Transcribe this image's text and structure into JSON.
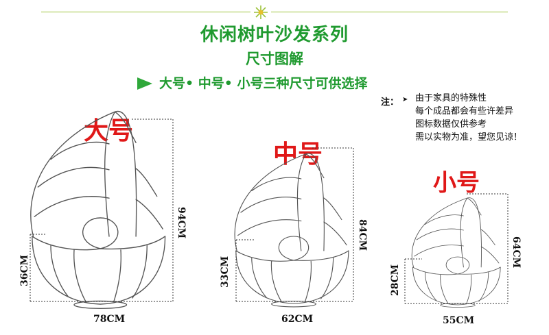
{
  "header": {
    "main_title": "休闲树叶沙发系列",
    "sub_title": "尺寸图解",
    "options": "大号• 中号• 小号三种尺寸可供选择"
  },
  "note": {
    "label": "注：",
    "lines": [
      "由于家具的特殊性",
      "每个成品都会有些许差异",
      "图标数据仅供参考",
      "需以实物为准，望您见谅！"
    ]
  },
  "sizes": {
    "large": {
      "label": "大号",
      "width": "78CM",
      "height": "94CM",
      "seat_height": "36CM"
    },
    "medium": {
      "label": "中号",
      "width": "62CM",
      "height": "84CM",
      "seat_height": "33CM"
    },
    "small": {
      "label": "小号",
      "width": "55CM",
      "height": "64CM",
      "seat_height": "28CM"
    }
  },
  "colors": {
    "title_green": "#1f9a2f",
    "size_red": "#e01818",
    "ornament": "#9cc23a"
  }
}
